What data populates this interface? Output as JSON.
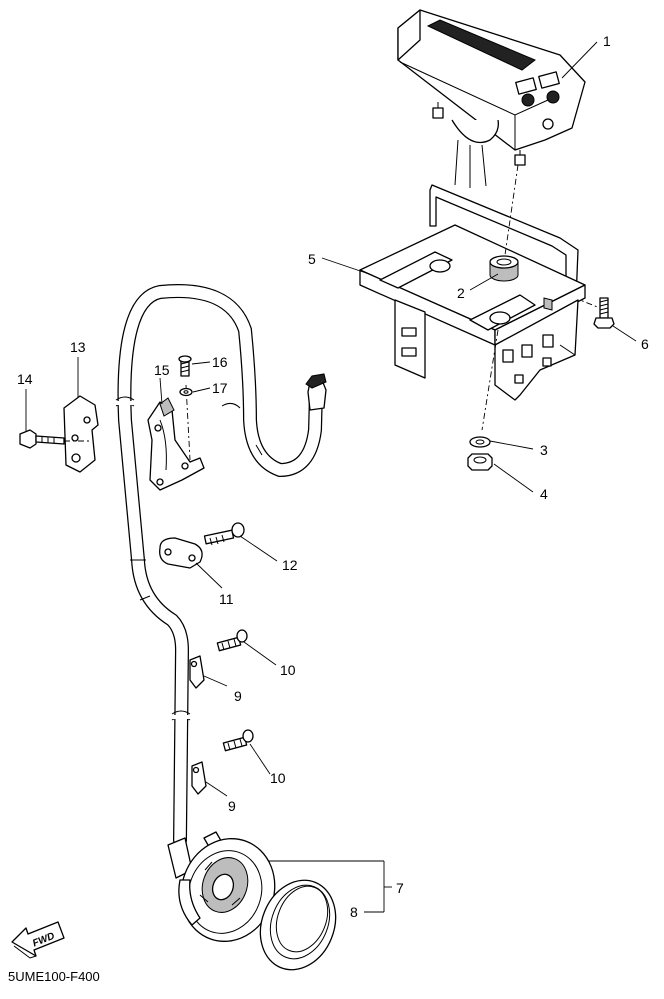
{
  "diagram": {
    "callouts": {
      "c1": "1",
      "c2": "2",
      "c3": "3",
      "c4": "4",
      "c5": "5",
      "c6": "6",
      "c7": "7",
      "c8": "8",
      "c9a": "9",
      "c9b": "9",
      "c10a": "10",
      "c10b": "10",
      "c11": "11",
      "c12": "12",
      "c13": "13",
      "c14": "14",
      "c15": "15",
      "c16": "16",
      "c17": "17"
    },
    "fwd_label": "FWD",
    "drawing_code": "5UME100-F400"
  }
}
